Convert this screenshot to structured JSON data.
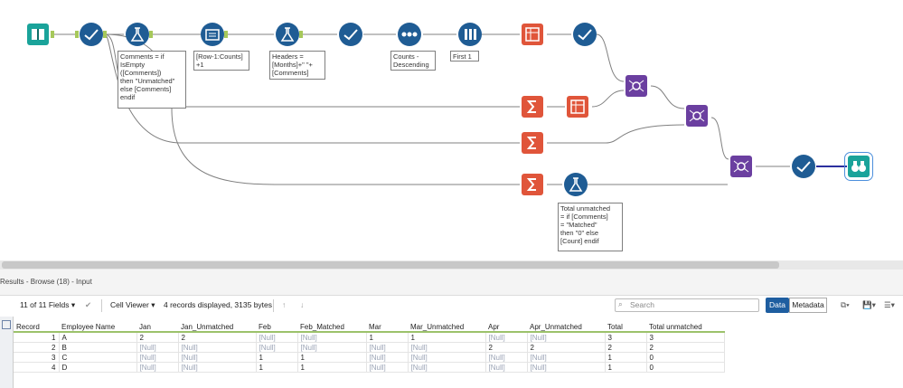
{
  "canvas": {
    "annotations": {
      "formula_comments": "Comments = if\nIsEmpty\n([Comments])\nthen \"Unmatched\"\nelse [Comments]\nendif",
      "multirow": "[Row-1:Counts]\n+1",
      "formula_headers": "Headers =\n[Months]+\" \"+\n[Comments]",
      "sort": "Counts -\nDescending",
      "sample": "First 1",
      "formula_total": "Total unmatched\n= if [Comments]\n= \"Matched\"\nthen \"0\" else\n[Count] endif"
    }
  },
  "results": {
    "title": "Results - Browse (18) - Input",
    "fields_label": "11 of 11 Fields",
    "viewer_label": "Cell Viewer",
    "summary": "4 records displayed, 3135 bytes",
    "search_placeholder": "Search",
    "data_btn": "Data",
    "metadata_btn": "Metadata",
    "columns": [
      "Record",
      "Employee Name",
      "Jan",
      "Jan_Unmatched",
      "Feb",
      "Feb_Matched",
      "Mar",
      "Mar_Unmatched",
      "Apr",
      "Apr_Unmatched",
      "Total",
      "Total unmatched"
    ],
    "rows": [
      [
        "1",
        "A",
        "2",
        "2",
        "[Null]",
        "[Null]",
        "1",
        "1",
        "[Null]",
        "[Null]",
        "3",
        "3"
      ],
      [
        "2",
        "B",
        "[Null]",
        "[Null]",
        "[Null]",
        "[Null]",
        "[Null]",
        "[Null]",
        "2",
        "2",
        "2",
        "2"
      ],
      [
        "3",
        "C",
        "[Null]",
        "[Null]",
        "1",
        "1",
        "[Null]",
        "[Null]",
        "[Null]",
        "[Null]",
        "1",
        "0"
      ],
      [
        "4",
        "D",
        "[Null]",
        "[Null]",
        "1",
        "1",
        "[Null]",
        "[Null]",
        "[Null]",
        "[Null]",
        "1",
        "0"
      ]
    ]
  },
  "colors": {
    "blue_tool": "#1f5c94",
    "orange_tool": "#e0553a",
    "purple_tool": "#6b3fa0",
    "teal_tool": "#1aa39a",
    "anchor": "#a6c85a",
    "connector": "#7a7a7a"
  }
}
